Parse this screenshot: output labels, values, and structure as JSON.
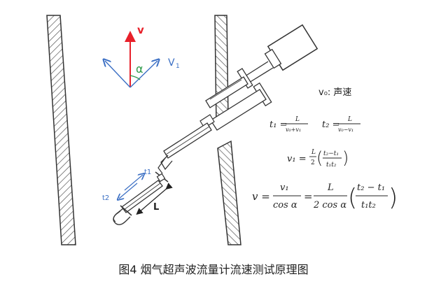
{
  "diagram": {
    "labels": {
      "v": "v",
      "alpha": "α",
      "v1_main": "V",
      "v1_sub": "1",
      "t1": "t1",
      "t2": "t2",
      "L": "L"
    },
    "formulas": {
      "v0_line": "v₀: 声速",
      "t1_lhs": "t₁ =",
      "t1_num": "L",
      "t1_den": "v₀+v₁",
      "t2_lhs": "t₂ =",
      "t2_num": "L",
      "t2_den": "v₀−v₁",
      "v1_lhs": "v₁ =",
      "v1_num": "L",
      "v1_den": "2",
      "v1_paren_num": "t₂−t₁",
      "v1_paren_den": "t₁t₂",
      "v_lhs": "v =",
      "v_f1_num": "v₁",
      "v_f1_den": "cos α",
      "v_eq": "=",
      "v_f2_num": "L",
      "v_f2_den": "2 cos α",
      "v_paren_num": "t₂ − t₁",
      "v_paren_den": "t₁t₂"
    },
    "colors": {
      "arrow_red": "#e8202a",
      "arrow_blue": "#3b6fc4",
      "alpha_green": "#2e9b4a",
      "line": "#333333",
      "hatch": "#555555"
    }
  },
  "caption": "图4 烟气超声波流量计流速测试原理图"
}
